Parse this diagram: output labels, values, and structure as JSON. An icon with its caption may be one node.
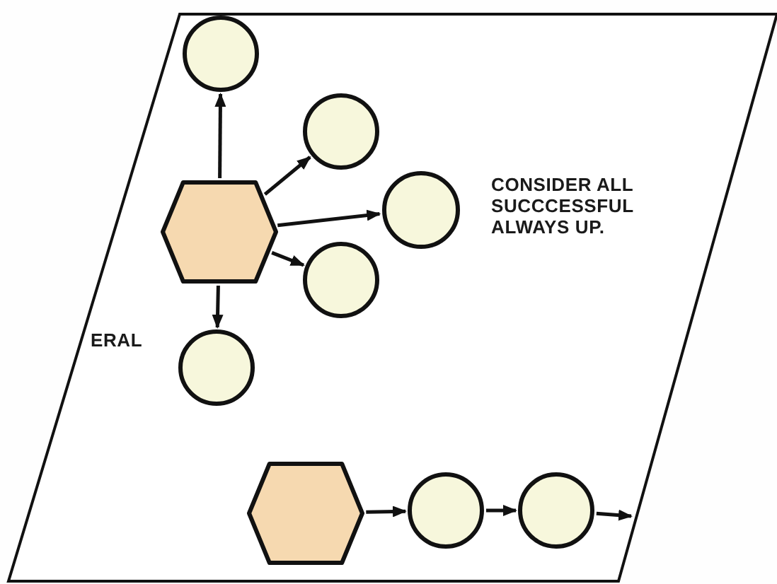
{
  "diagram": {
    "nodes": [
      {
        "text": [],
        "shape": "hexagon"
      },
      {
        "text": [],
        "shape": "circle"
      },
      {
        "text": [],
        "shape": "circle"
      },
      {
        "text": [],
        "shape": "circle"
      },
      {
        "text": [],
        "shape": "circle"
      },
      {
        "text": [],
        "shape": "circle"
      },
      {
        "text": [],
        "shape": "hexagon"
      },
      {
        "text": [],
        "shape": "circle"
      },
      {
        "text": [],
        "shape": "circle"
      }
    ],
    "edges": [
      {
        "from": 0,
        "to": 1,
        "arrow": "to"
      },
      {
        "from": 0,
        "to": 2,
        "arrow": "to"
      },
      {
        "from": 0,
        "to": 3,
        "arrow": "to"
      },
      {
        "from": 0,
        "to": 4,
        "arrow": "to"
      },
      {
        "from": 0,
        "to": 5,
        "arrow": "to"
      },
      {
        "from": 6,
        "to": 7,
        "arrow": "to"
      },
      {
        "from": 7,
        "to": 8,
        "arrow": "to"
      },
      {
        "from": 8,
        "to": null,
        "arrow": "to"
      }
    ],
    "labels": [
      "CONSIDER ALL SUCCCESSFUL ALWAYS UP.",
      "ERAL"
    ]
  }
}
